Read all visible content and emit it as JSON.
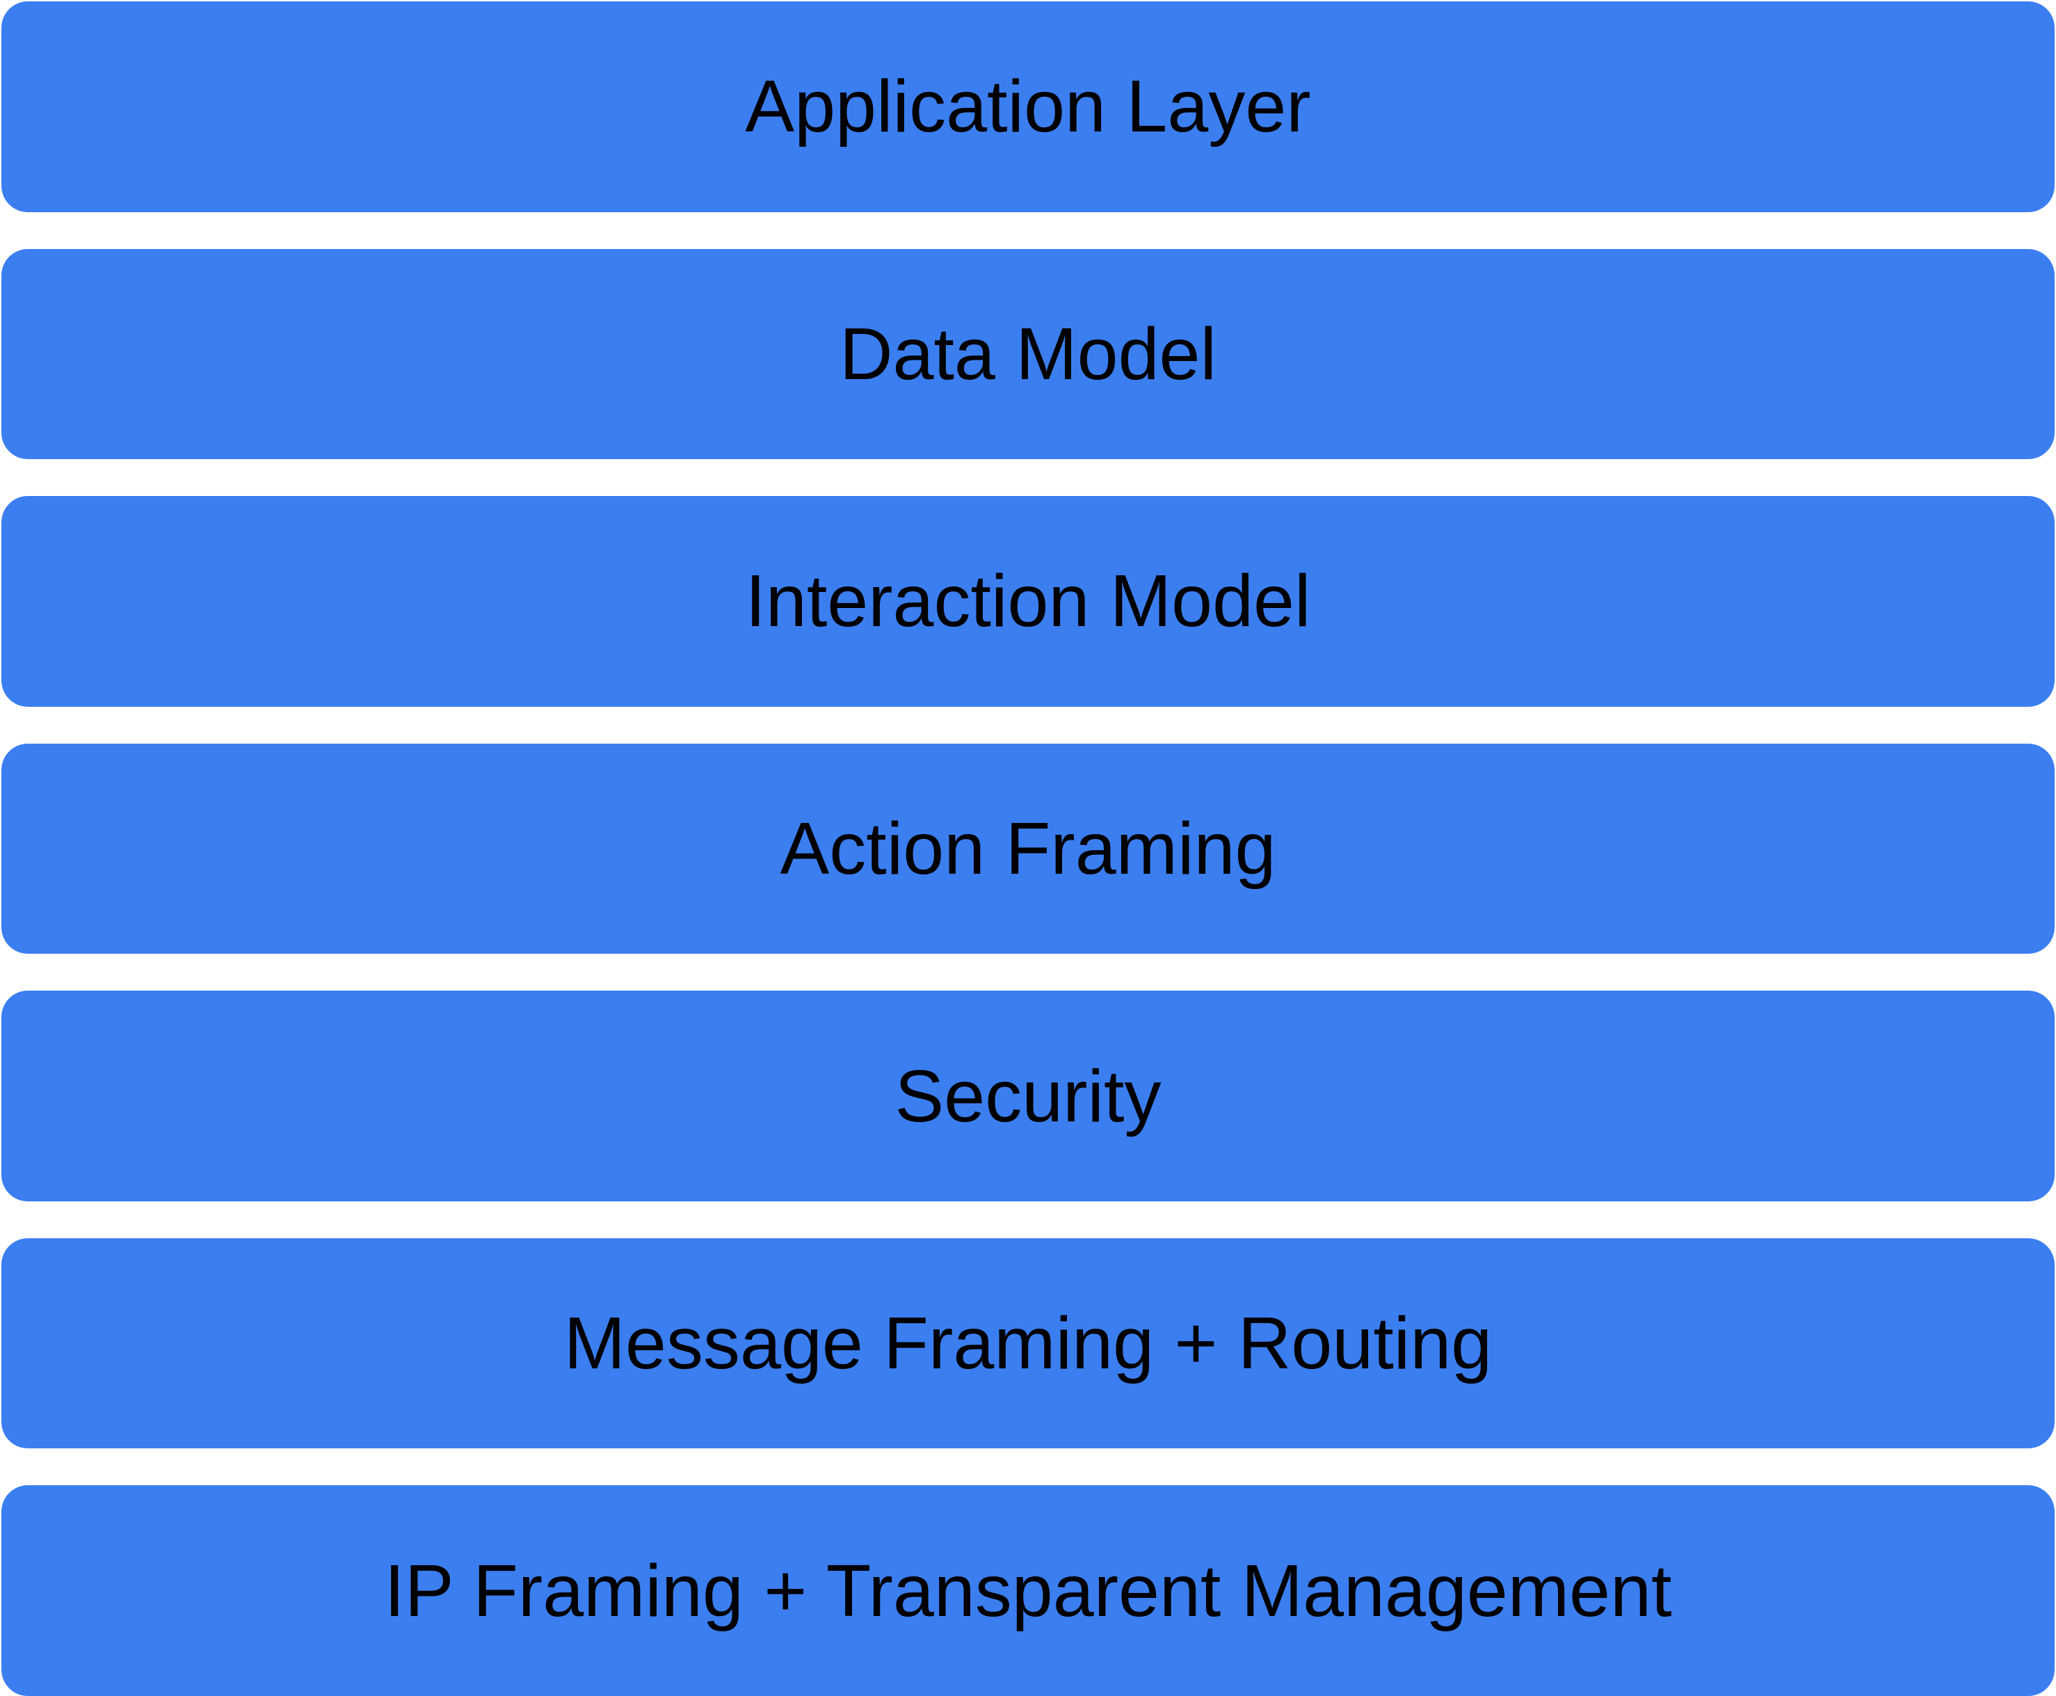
{
  "diagram": {
    "type": "layer-stack",
    "layers": [
      {
        "label": "Application Layer"
      },
      {
        "label": "Data Model"
      },
      {
        "label": "Interaction Model"
      },
      {
        "label": "Action Framing"
      },
      {
        "label": "Security"
      },
      {
        "label": "Message Framing + Routing"
      },
      {
        "label": "IP Framing + Transparent Management"
      }
    ]
  },
  "theme": {
    "block_fill": "#3b7ef0",
    "text_color": "#000000",
    "background": "#ffffff"
  }
}
